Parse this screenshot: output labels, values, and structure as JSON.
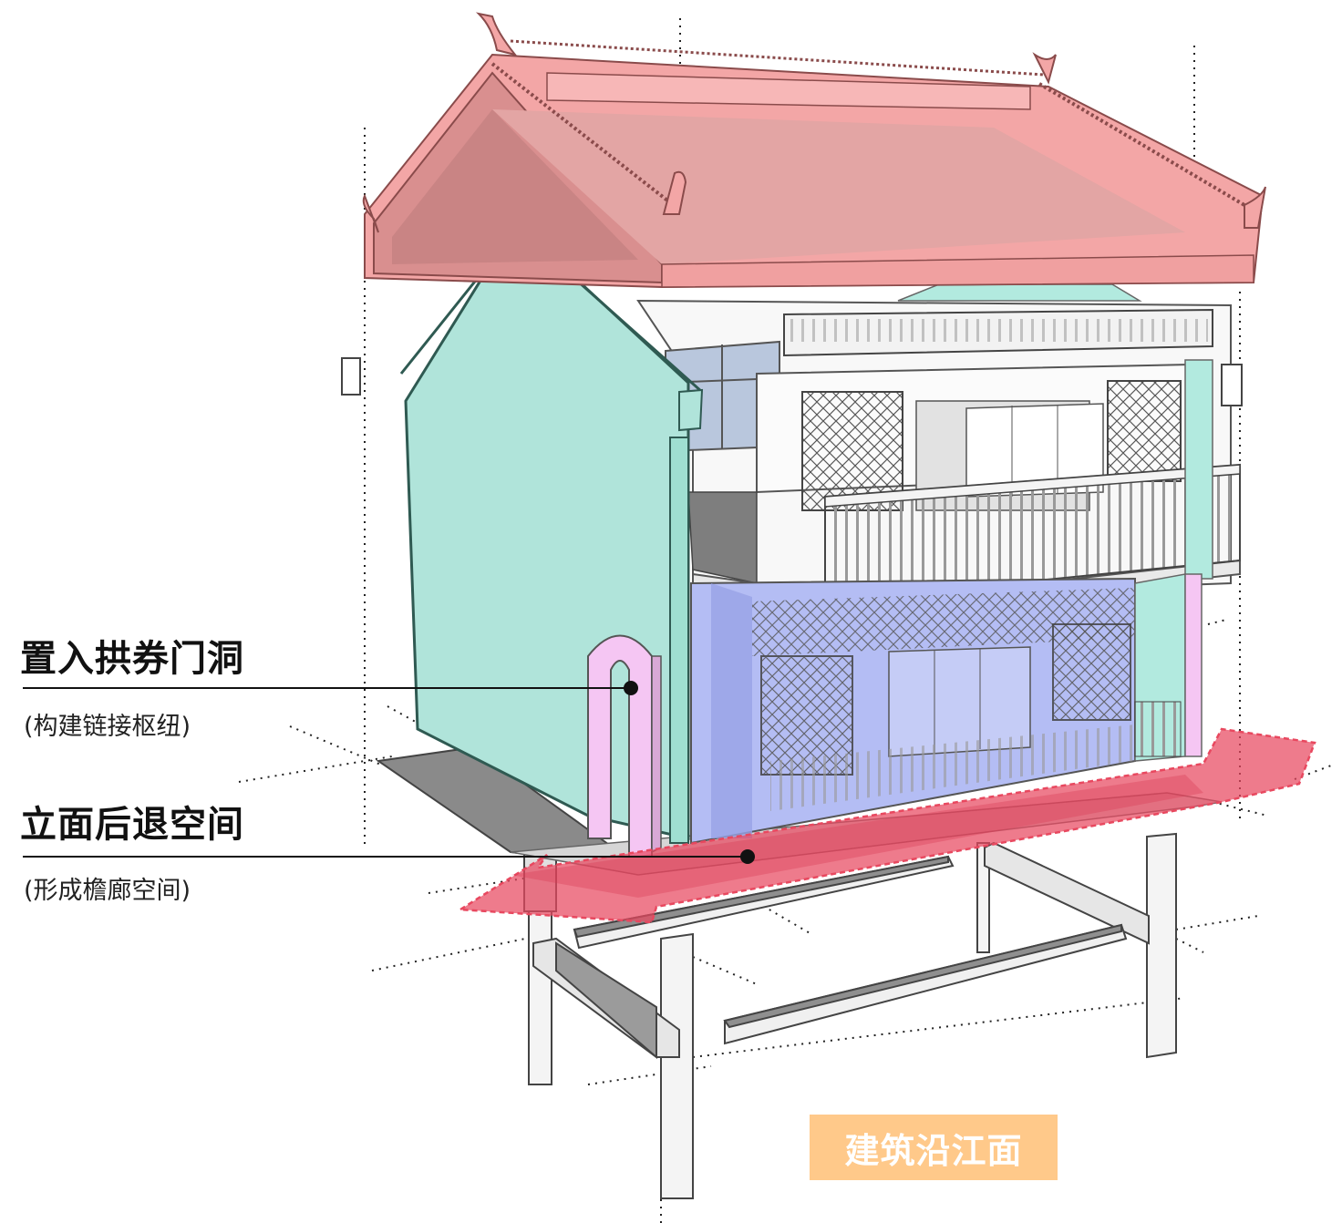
{
  "annotations": {
    "arch": {
      "title": "置入拱券门洞",
      "subtitle": "(构建链接枢纽)"
    },
    "facade": {
      "title": "立面后退空间",
      "subtitle": "(形成檐廊空间)"
    }
  },
  "badge": {
    "label": "建筑沿江面"
  },
  "colors": {
    "roof": "#f3a6a6",
    "gable_wall": "#b0e4da",
    "ground_floor_volume": "#b4bdf4",
    "arch_door": "#f5c6f3",
    "arrow": "#e8485f",
    "badge": "#ffc98a"
  },
  "icons": [
    "gable-roof",
    "arch-door",
    "direction-arrow",
    "pillar-frame"
  ]
}
